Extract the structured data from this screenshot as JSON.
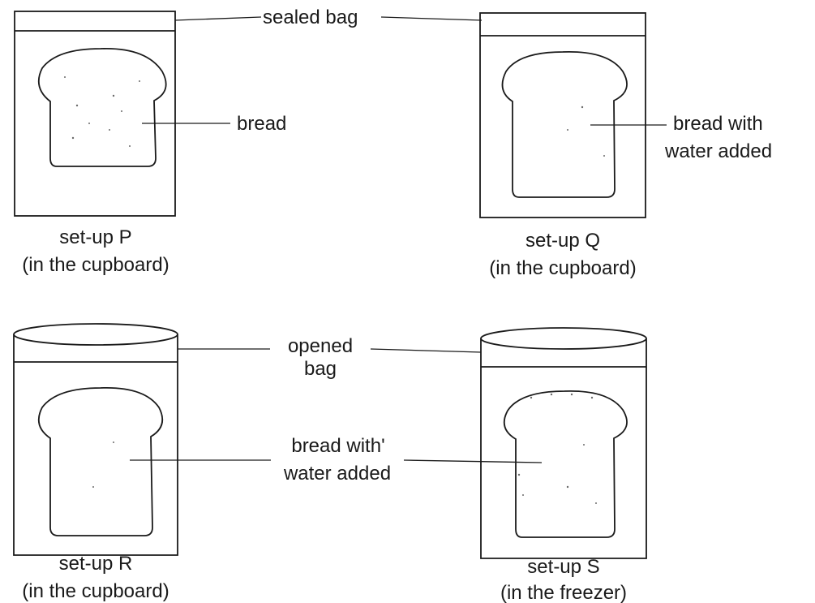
{
  "labels": {
    "sealed_bag": "sealed bag",
    "opened_bag_line1": "opened",
    "opened_bag_line2": "bag",
    "bread": "bread",
    "bread_water_q_line1": "bread with",
    "bread_water_q_line2": "water added",
    "bread_water_rs_line1": "bread with'",
    "bread_water_rs_line2": "water added"
  },
  "setups": [
    {
      "name": "set-up P",
      "location": "(in the cupboard)"
    },
    {
      "name": "set-up Q",
      "location": "(in the cupboard)"
    },
    {
      "name": "set-up R",
      "location": "(in the cupboard)"
    },
    {
      "name": "set-up S",
      "location": "(in the freezer)"
    }
  ]
}
